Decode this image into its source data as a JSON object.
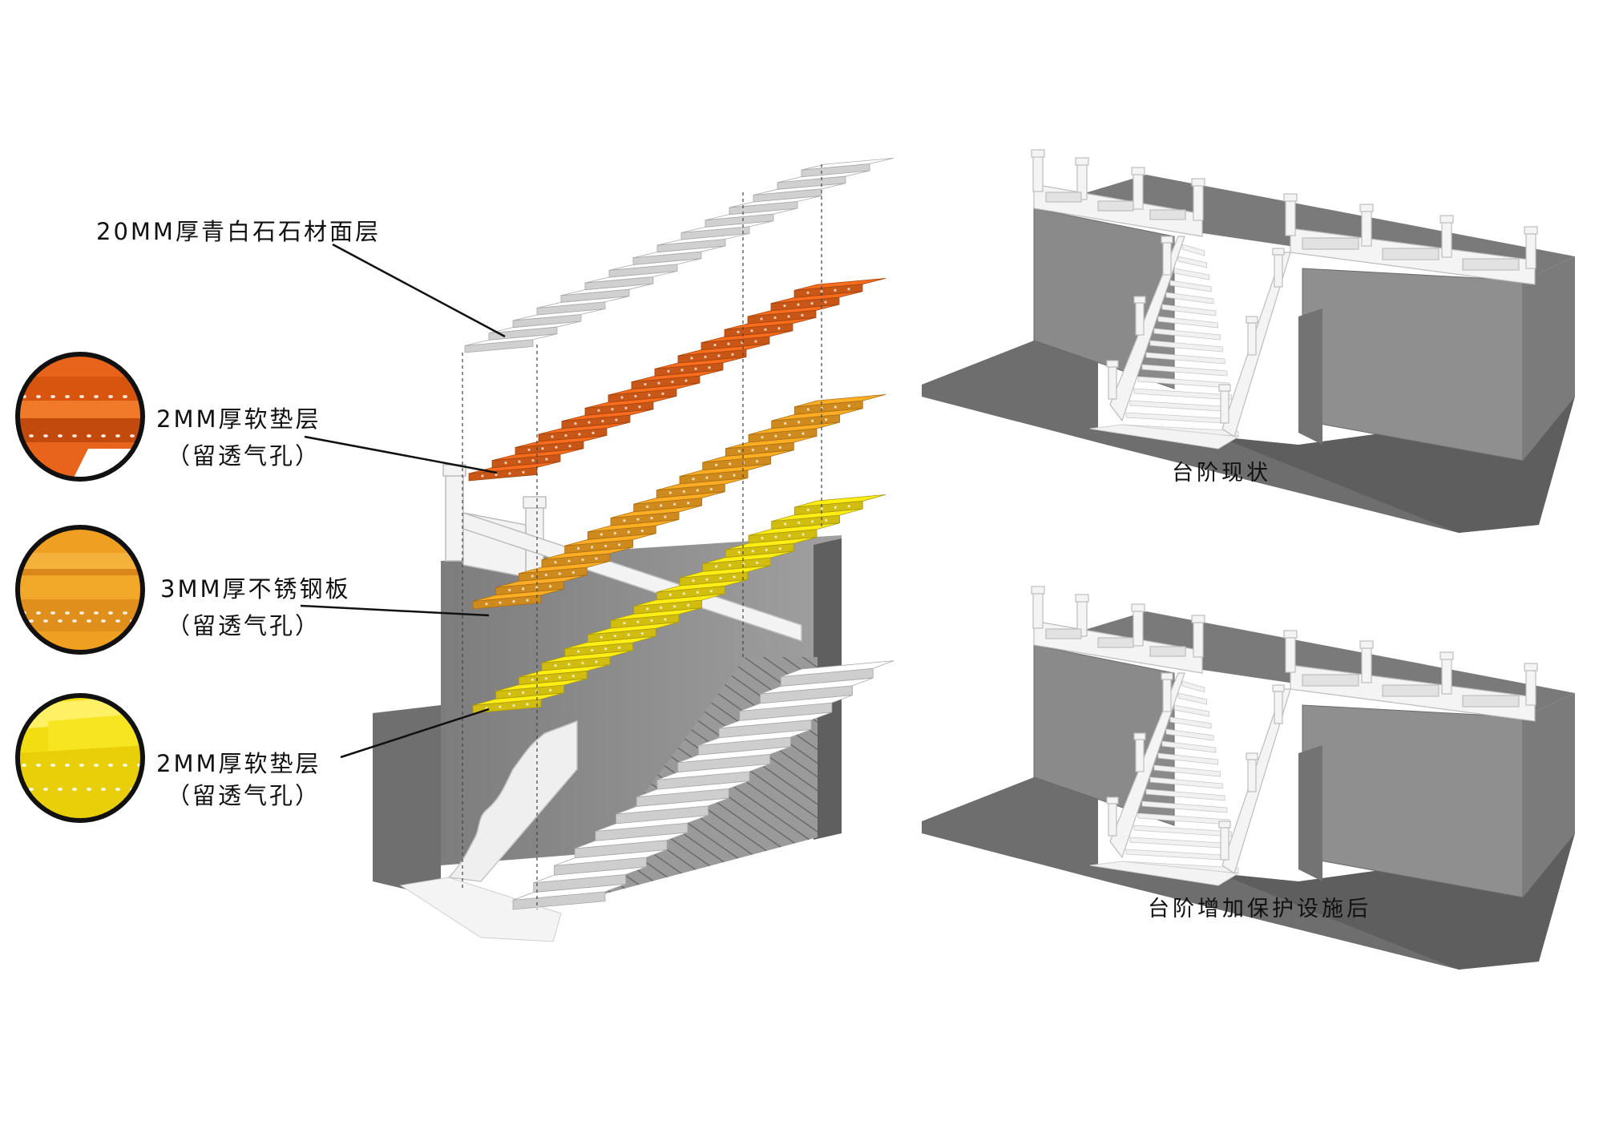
{
  "diagram": {
    "layers": [
      {
        "id": "stone",
        "title": "20MM厚青白石石材面层",
        "note": "",
        "color": "#f2f2f2"
      },
      {
        "id": "soft1",
        "title": "2MM厚软垫层",
        "note": "（留透气孔）",
        "color": "#e8641a"
      },
      {
        "id": "steel",
        "title": "3MM厚不锈钢板",
        "note": "（留透气孔）",
        "color": "#f0a020"
      },
      {
        "id": "soft2",
        "title": "2MM厚软垫层",
        "note": "（留透气孔）",
        "color": "#f2dc12"
      }
    ],
    "captions": {
      "before": "台阶现状",
      "after": "台阶增加保护设施后"
    },
    "colors": {
      "wall": "#8c8c8c",
      "ground": "#6e6e6e",
      "stone": "#f2f2f2",
      "outline": "#111111"
    }
  }
}
